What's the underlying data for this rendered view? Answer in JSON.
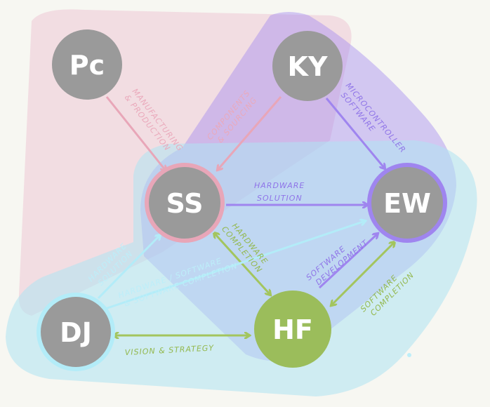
{
  "nodes": {
    "pc": {
      "label": "Pc"
    },
    "ky": {
      "label": "KY"
    },
    "ss": {
      "label": "SS"
    },
    "ew": {
      "label": "EW"
    },
    "dj": {
      "label": "DJ"
    },
    "hf": {
      "label": "HF"
    }
  },
  "edges": {
    "pc_ss": {
      "label1": "MANUFACTURING",
      "label2": "& PRODUCTION"
    },
    "ky_ss": {
      "label1": "COMPONENTS",
      "label2": "& SOURCING"
    },
    "ky_ew": {
      "label1": "MICROCONTROLLER",
      "label2": "SOFTWARE"
    },
    "ss_ew": {
      "label1": "HARDWARE",
      "label2": "SOLUTION"
    },
    "ss_hf": {
      "label1": "HARDWARE",
      "label2": "COMPLETION"
    },
    "hf_ew": {
      "label1": "SOFTWARE",
      "label2": "DEVELOPMENT"
    },
    "ew_hf": {
      "label1": "SOFTWARE",
      "label2": "COMPLETION"
    },
    "dj_ss": {
      "label1": "HARDWARE",
      "label2": "SOLUTION"
    },
    "dj_ew": {
      "label1": "HARDWARE / SOFTWARE",
      "label2": "& SOFTWARE COMPLETION"
    },
    "dj_hf": {
      "label1": "VISION & STRATEGY"
    }
  },
  "colors": {
    "background": "#f7f7f2",
    "node_gray": "#9a9a9a",
    "node_green": "#9bbd5b",
    "pink": "#e8a6b8",
    "purple": "#a58cf0",
    "cyan": "#a6e6f5",
    "green": "#a3c55e",
    "region_pink": "#efc9d6",
    "region_purple": "#b9a6f4",
    "region_cyan": "#aee4f3"
  }
}
